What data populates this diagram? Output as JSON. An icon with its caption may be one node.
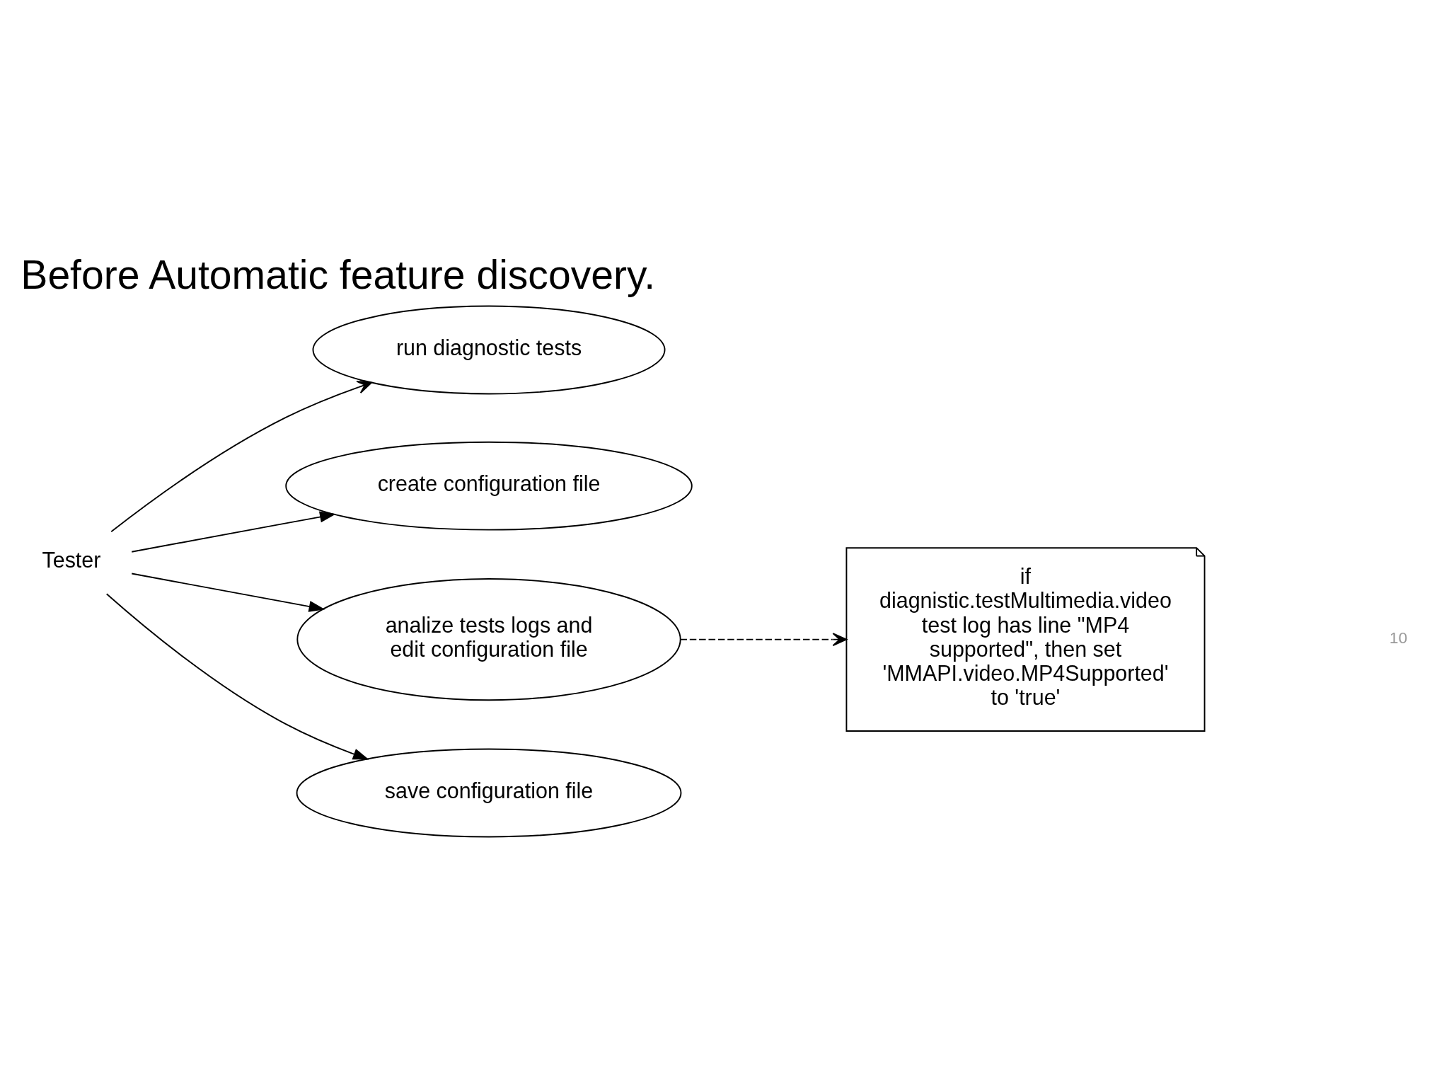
{
  "diagram": {
    "title": "Before Automatic feature discovery.",
    "nodes": [
      {
        "text": [
          "Tester"
        ]
      },
      {
        "text": [
          "run diagnostic tests"
        ]
      },
      {
        "text": [
          "create configuration file"
        ]
      },
      {
        "text": [
          "analize tests logs and edit configuration file"
        ]
      },
      {
        "text": [
          "save configuration file"
        ]
      },
      {
        "text": [
          "if diagnistic.testMultimedia.video test log has line \"MP4 supported\", then set 'MMAPI.video.MP4Supported' to 'true'"
        ]
      }
    ],
    "edges": [
      {
        "from": 0,
        "to": 1,
        "arrow": "to"
      },
      {
        "from": 0,
        "to": 2,
        "arrow": "to"
      },
      {
        "from": 0,
        "to": 3,
        "arrow": "to"
      },
      {
        "from": 0,
        "to": 4,
        "arrow": "to"
      },
      {
        "from": 3,
        "to": 5,
        "arrow": "to",
        "style": "dashed"
      }
    ],
    "labels": [
      "10"
    ]
  }
}
